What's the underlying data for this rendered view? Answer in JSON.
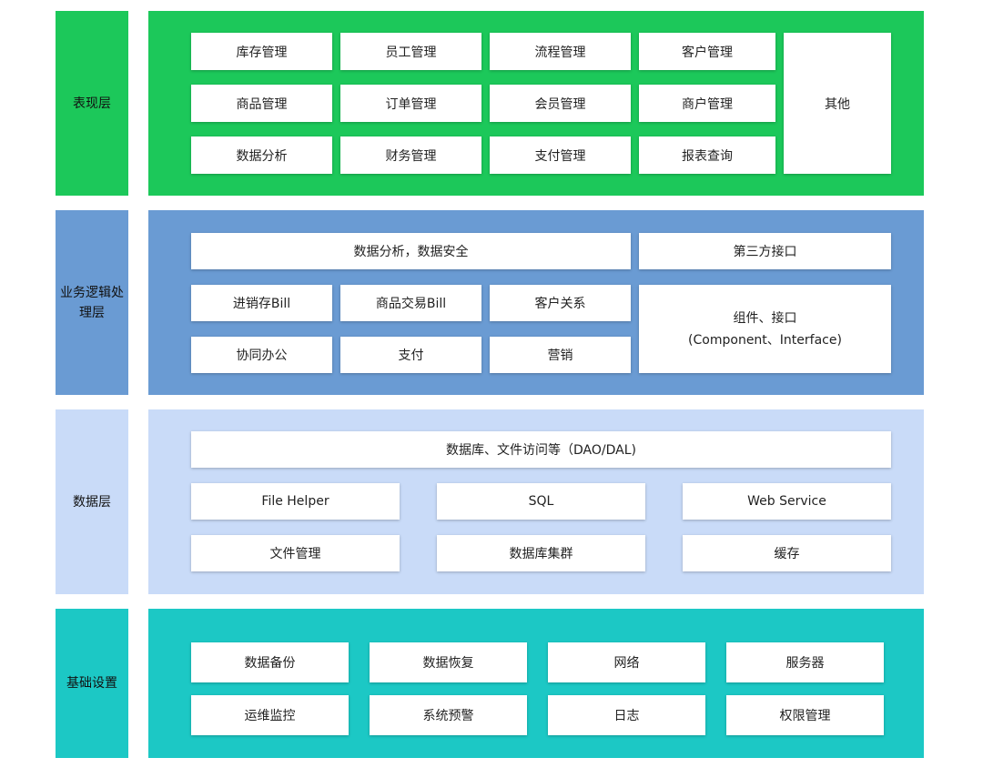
{
  "colors": {
    "presentation": "#1cc85a",
    "business": "#6a9bd3",
    "data": "#c9dbf8",
    "infrastructure": "#1cc8c5"
  },
  "layers": {
    "presentation": {
      "label": "表现层",
      "items": [
        "库存管理",
        "员工管理",
        "流程管理",
        "客户管理",
        "商品管理",
        "订单管理",
        "会员管理",
        "商户管理",
        "数据分析",
        "财务管理",
        "支付管理",
        "报表查询"
      ],
      "other": "其他"
    },
    "business": {
      "label_line1": "业务逻辑处",
      "label_line2": "理层",
      "wide": "数据分析，数据安全",
      "third_party": "第三方接口",
      "items": [
        "进销存Bill",
        "商品交易Bill",
        "客户关系",
        "协同办公",
        "支付",
        "营销"
      ],
      "component_line1": "组件、接口",
      "component_line2": "(Component、Interface)"
    },
    "data": {
      "label": "数据层",
      "wide": "数据库、文件访问等（DAO/DAL)",
      "items": [
        "File Helper",
        "SQL",
        "Web Service",
        "文件管理",
        "数据库集群",
        "缓存"
      ]
    },
    "infrastructure": {
      "label": "基础设置",
      "items": [
        "数据备份",
        "数据恢复",
        "网络",
        "服务器",
        "运维监控",
        "系统预警",
        "日志",
        "权限管理"
      ]
    }
  }
}
